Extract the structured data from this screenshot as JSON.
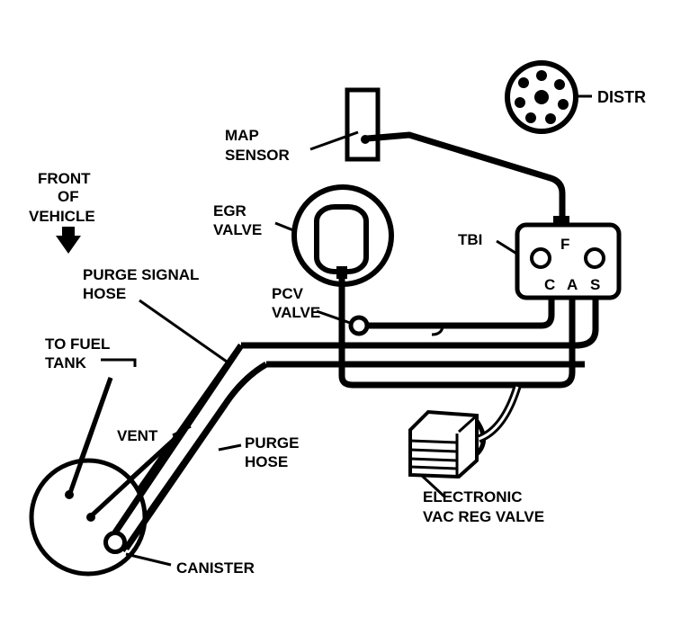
{
  "labels": {
    "distr": "DISTR",
    "map_sensor_l1": "MAP",
    "map_sensor_l2": "SENSOR",
    "front_l1": "FRONT",
    "front_l2": "OF",
    "front_l3": "VEHICLE",
    "egr_l1": "EGR",
    "egr_l2": "VALVE",
    "tbi": "TBI",
    "port_f": "F",
    "port_c": "C",
    "port_a": "A",
    "port_s": "S",
    "purge_signal_l1": "PURGE SIGNAL",
    "purge_signal_l2": "HOSE",
    "pcv_l1": "PCV",
    "pcv_l2": "VALVE",
    "fuel_tank_l1": "TO FUEL",
    "fuel_tank_l2": "TANK",
    "vent": "VENT",
    "purge_hose_l1": "PURGE",
    "purge_hose_l2": "HOSE",
    "evrv_l1": "ELECTRONIC",
    "evrv_l2": "VAC REG VALVE",
    "canister": "CANISTER"
  },
  "colors": {
    "ink": "#000000",
    "paper": "#ffffff"
  }
}
